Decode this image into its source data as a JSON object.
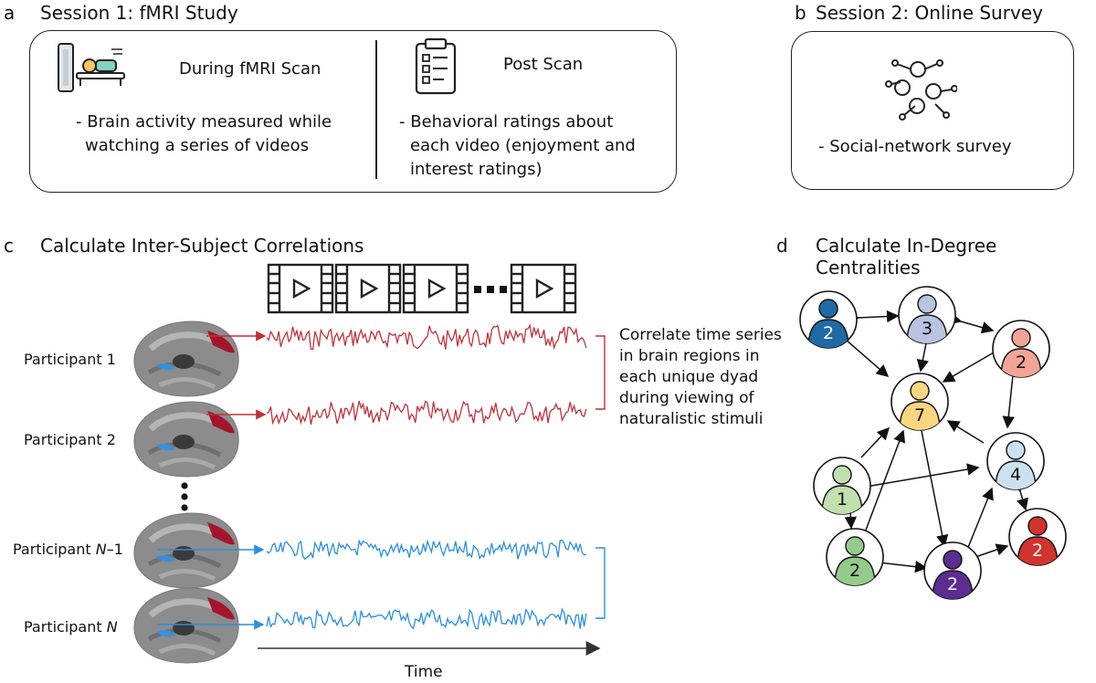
{
  "panel_a": {
    "letter": "a",
    "title": "Session 1: fMRI Study",
    "scan": {
      "heading": "During fMRI Scan",
      "desc_line1": "- Brain activity measured while",
      "desc_line2": "watching a series of videos"
    },
    "post": {
      "heading": "Post Scan",
      "desc_line1": "- Behavioral ratings about",
      "desc_line2": "each video (enjoyment and",
      "desc_line3": "interest ratings)"
    }
  },
  "panel_b": {
    "letter": "b",
    "title": "Session 2: Online Survey",
    "desc": "- Social-network survey"
  },
  "panel_c": {
    "letter": "c",
    "title": "Calculate Inter-Subject Correlations",
    "participants": [
      {
        "prefix": "Participant ",
        "ital": "",
        "suffix": "1"
      },
      {
        "prefix": "Participant ",
        "ital": "",
        "suffix": "2"
      },
      {
        "prefix": "Participant ",
        "ital": "N",
        "suffix": "–1"
      },
      {
        "prefix": "Participant ",
        "ital": "N",
        "suffix": ""
      }
    ],
    "correlate_lines": [
      "Correlate time series",
      "in brain regions in",
      "each unique dyad",
      "during viewing of",
      "naturalistic stimuli"
    ],
    "time_label": "Time"
  },
  "panel_d": {
    "letter": "d",
    "title": "Calculate In-Degree Centralities",
    "nodes": [
      {
        "id": "n1",
        "label": "2",
        "color": "#1f6aa5"
      },
      {
        "id": "n2",
        "label": "3",
        "color": "#b8c4e0"
      },
      {
        "id": "n3",
        "label": "2",
        "color": "#f2a596"
      },
      {
        "id": "n4",
        "label": "7",
        "color": "#fcd581"
      },
      {
        "id": "n5",
        "label": "4",
        "color": "#cce1f0"
      },
      {
        "id": "n6",
        "label": "1",
        "color": "#c1e0ad"
      },
      {
        "id": "n7",
        "label": "2",
        "color": "#d0342c"
      },
      {
        "id": "n8",
        "label": "2",
        "color": "#95cb8a"
      },
      {
        "id": "n9",
        "label": "2",
        "color": "#5c2d91"
      }
    ]
  },
  "colors": {
    "red_series": "#c0313a",
    "blue_series": "#2b8fe0",
    "brain_gray": "#8c8c8c",
    "brain_red": "#a3152b",
    "brain_blue": "#3b8fd8"
  }
}
